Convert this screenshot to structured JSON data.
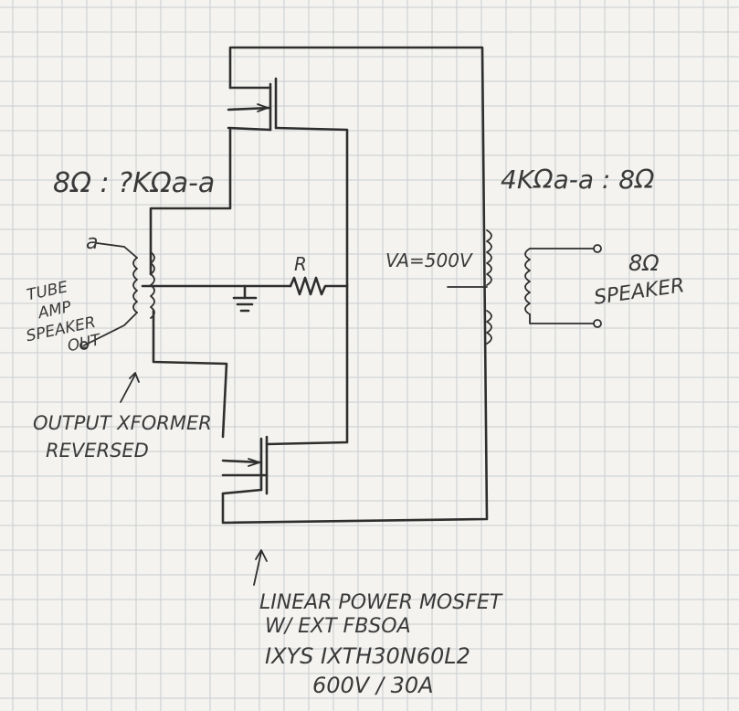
{
  "labels": {
    "ratio_left": "8Ω : ?KΩa-a",
    "ratio_right": "4KΩa-a : 8Ω",
    "input_terminal": "a",
    "input_desc": [
      "TUBE",
      "AMP",
      "SPEAKER",
      "OUT"
    ],
    "resistor": "R",
    "va": "VA=500V",
    "speaker_ohms": "8Ω",
    "speaker_word": "SPEAKER",
    "xformer_note": [
      "OUTPUT XFORMER",
      "REVERSED"
    ],
    "mosfet_note": [
      "LINEAR POWER MOSFET",
      "W/ EXT FBSOA",
      "IXYS IXTH30N60L2",
      "600V / 30A"
    ]
  },
  "colors": {
    "paper": "#f4f3ef",
    "grid": "#c9cdd2",
    "ink": "#2e2e2e"
  }
}
